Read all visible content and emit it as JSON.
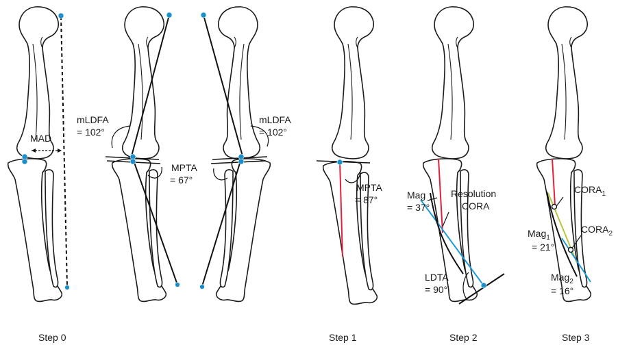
{
  "colors": {
    "point": "#1a8fc9",
    "anatomic_axis": "#e0213c",
    "segment_axis": "#1e9bd7",
    "segment_axis_2": "#b8c43a"
  },
  "steps": {
    "step0": "Step 0",
    "step1": "Step 1",
    "step2": "Step 2",
    "step3": "Step 3"
  },
  "labels": {
    "mad": "MAD",
    "mldfa_left": "mLDFA",
    "mldfa_left_value": "= 102°",
    "mpta_left": "MPTA",
    "mpta_left_value": "= 67°",
    "mldfa_right": "mLDFA",
    "mldfa_right_value": "= 102°",
    "mpta_step1": "MPTA",
    "mpta_step1_value": "= 87°",
    "mag": "Mag",
    "mag_value": "= 37°",
    "resolution": "Resolution",
    "cora": "CORA",
    "ldta": "LDTA",
    "ldta_value": "= 90°",
    "cora1": "CORA",
    "cora1_sub": "1",
    "cora2": "CORA",
    "cora2_sub": "2",
    "mag1": "Mag",
    "mag1_sub": "1",
    "mag1_value": "= 21°",
    "mag2": "Mag",
    "mag2_sub": "2",
    "mag2_value": "= 16°"
  }
}
